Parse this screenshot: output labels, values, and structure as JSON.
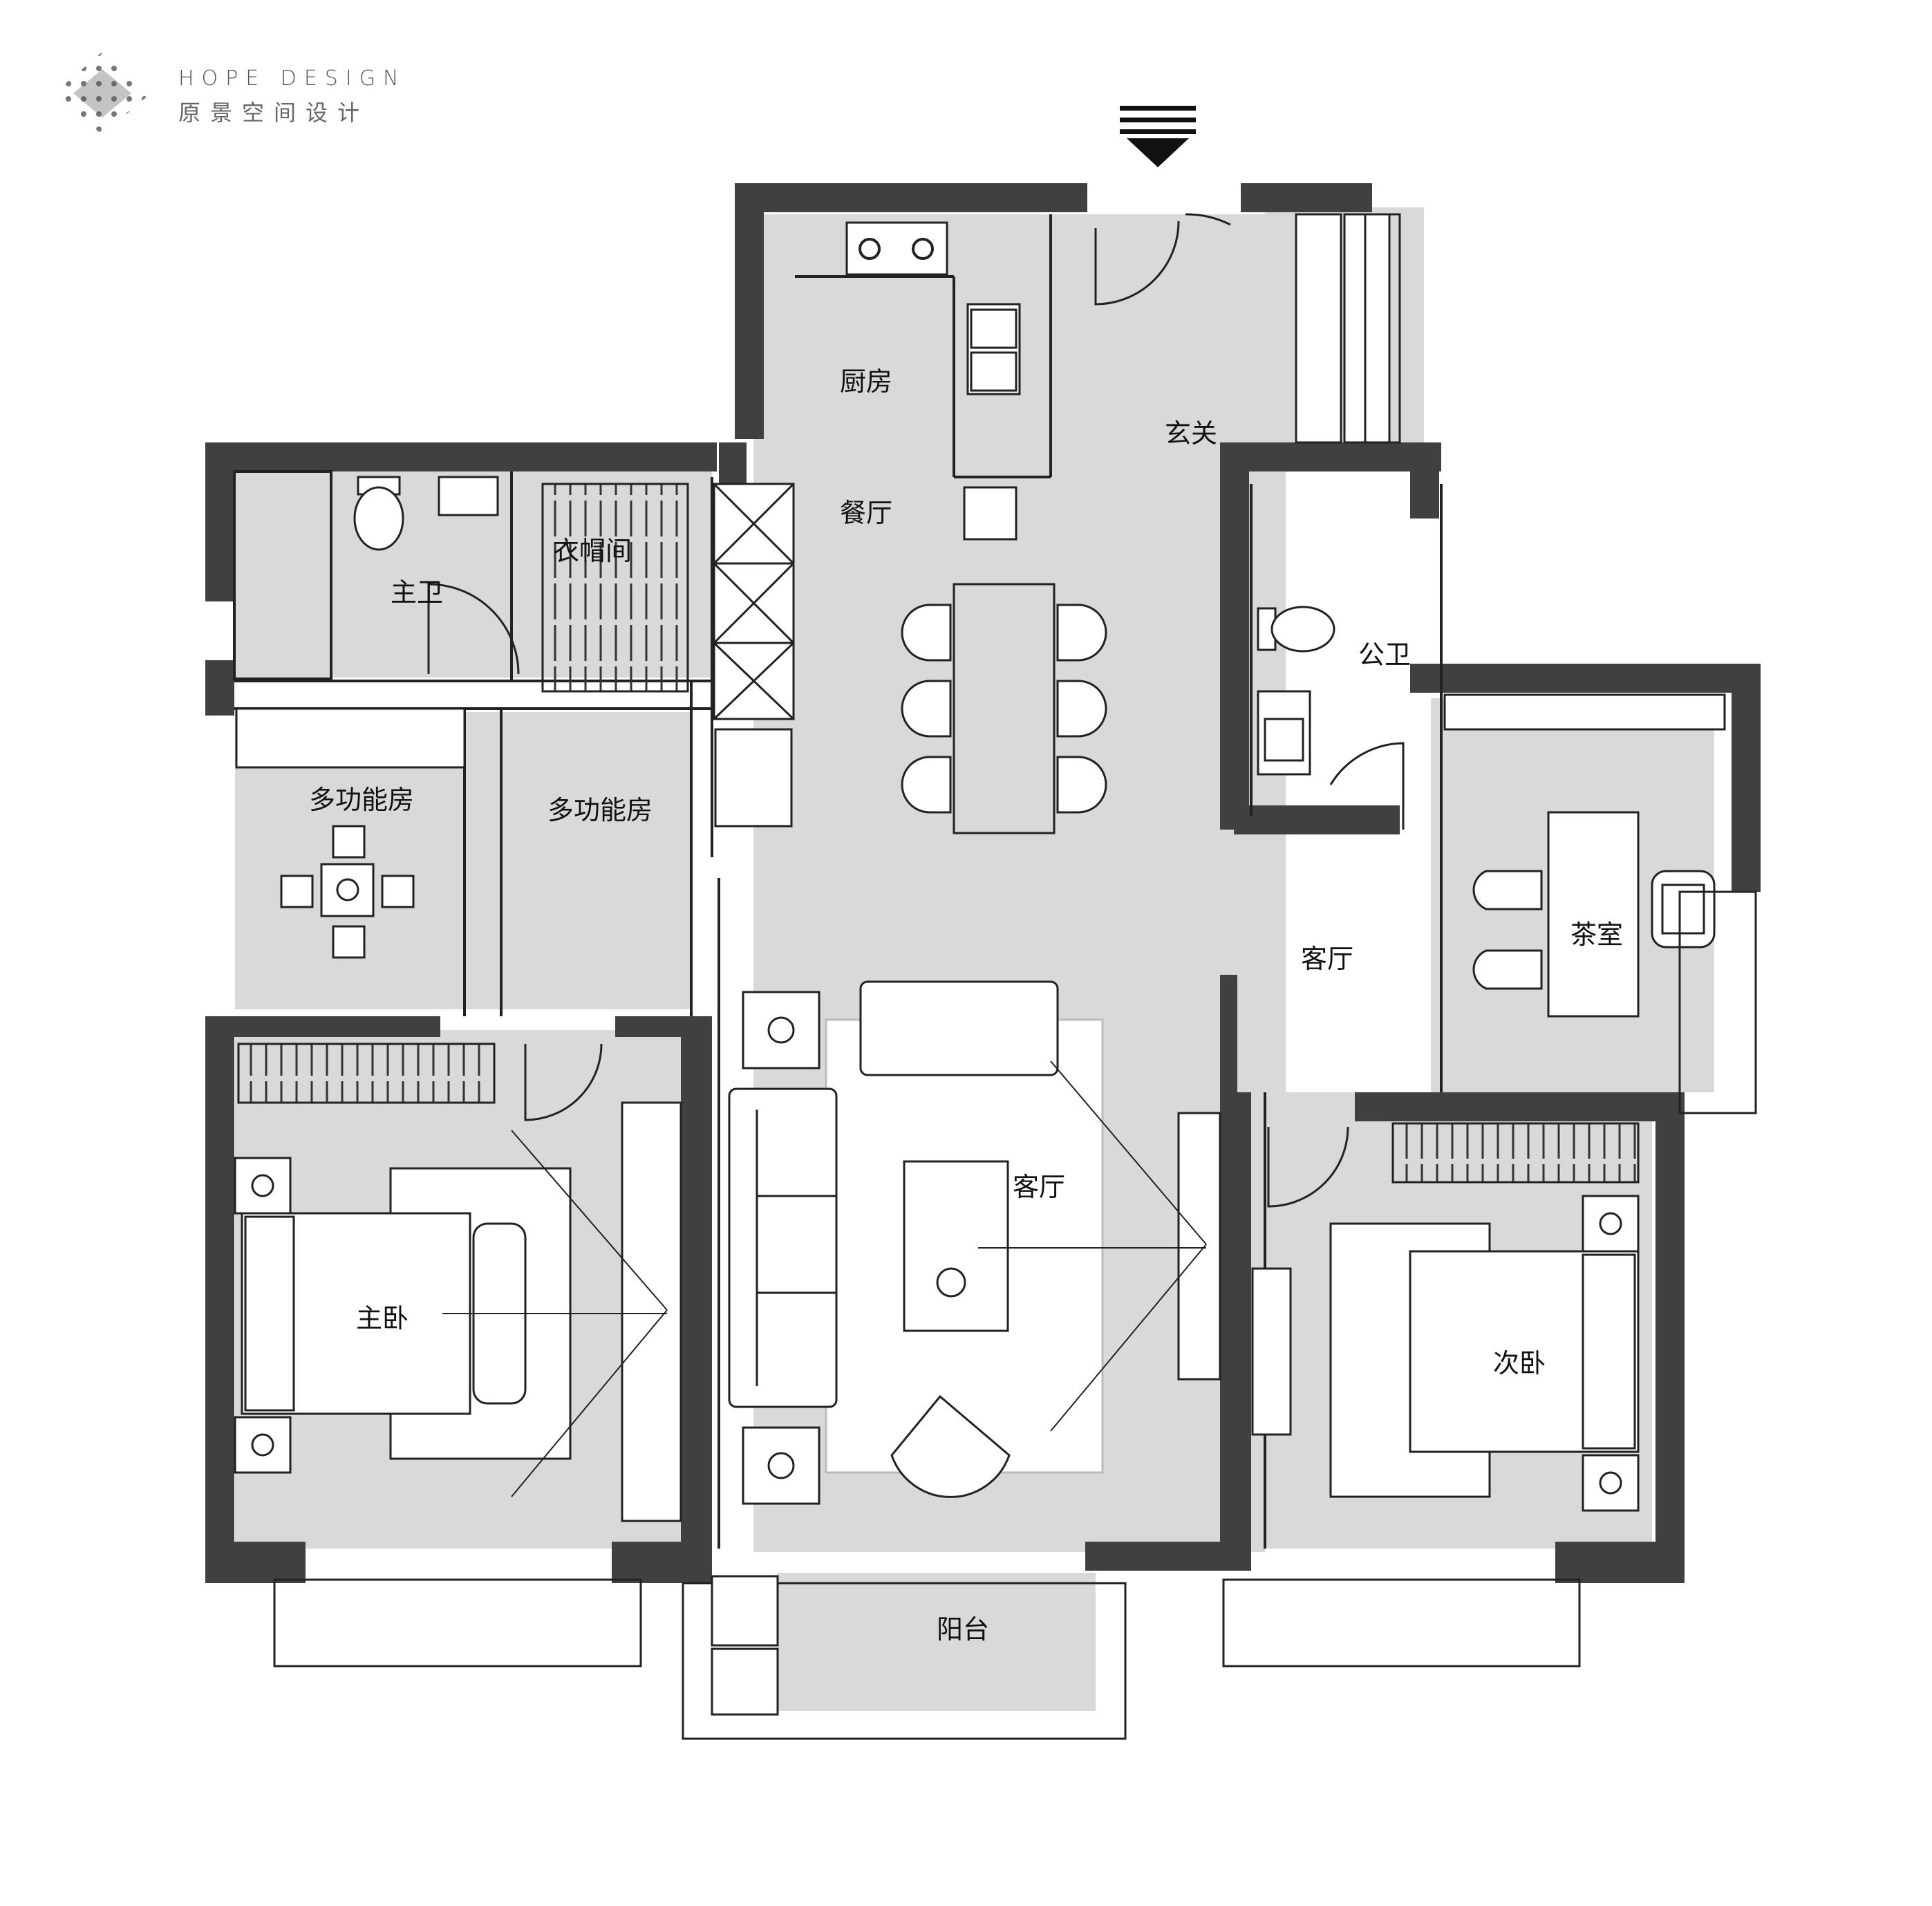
{
  "brand": {
    "name_en": "HOPE DESIGN",
    "name_cn": "原景空间设计",
    "logo_icon": "dot-matrix-diamond-logo"
  },
  "entrance_icon": "entrance-arrow-icon",
  "rooms": {
    "kitchen": "厨房",
    "dining": "餐厅",
    "foyer": "玄关",
    "master_bath": "主卫",
    "cloakroom": "衣帽间",
    "public_bath": "公卫",
    "multi_room_left": "多功能房",
    "multi_room_right": "多功能房",
    "living_upper": "客厅",
    "living_center": "客厅",
    "tea_room": "茶室",
    "master_bedroom": "主卧",
    "second_bedroom": "次卧",
    "balcony": "阳台"
  },
  "colors": {
    "wall": "#404040",
    "floor": "#d9d9d9",
    "line": "#222222",
    "background": "#ffffff"
  }
}
